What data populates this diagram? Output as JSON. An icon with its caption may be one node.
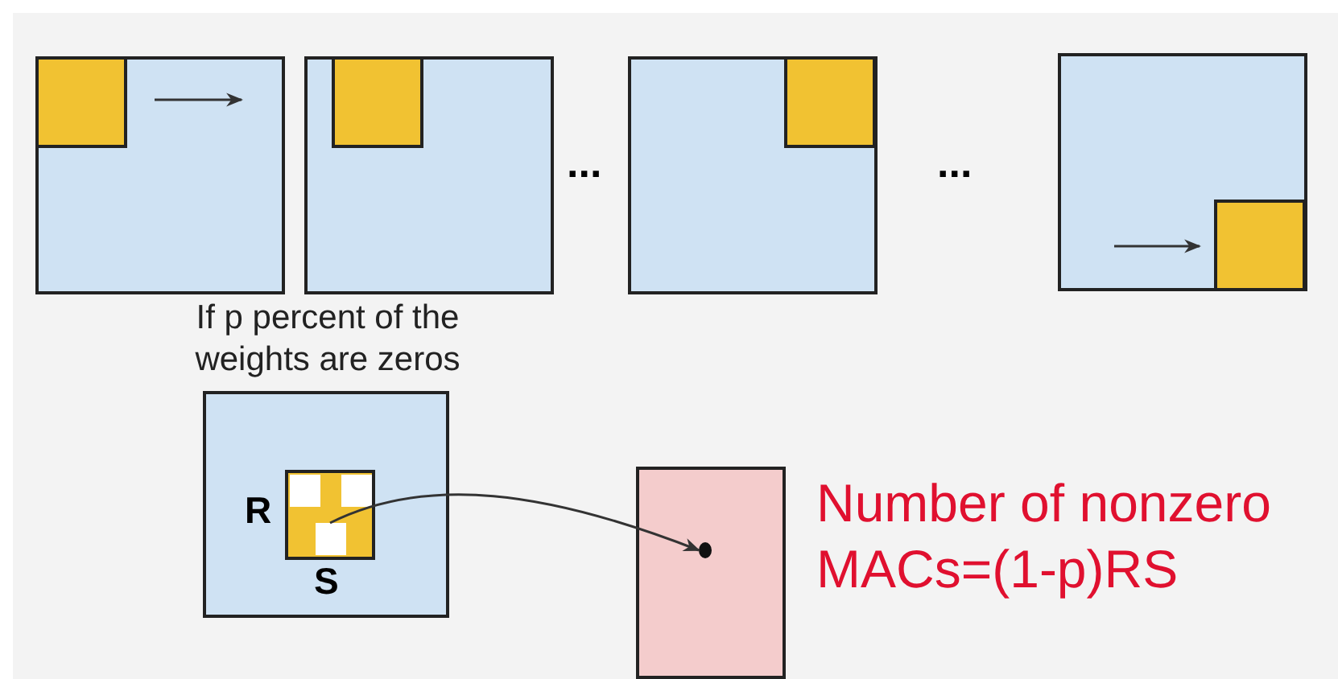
{
  "diagram": {
    "nodes": [
      {
        "text": [],
        "shape": "box"
      },
      {
        "text": [],
        "shape": "box",
        "in": 0,
        "beside": [
          "R",
          "S"
        ]
      },
      {
        "text": [],
        "shape": "box"
      },
      {
        "text": [],
        "shape": "circle",
        "in": 2
      }
    ],
    "edges": [
      {
        "from": 1,
        "to": 3,
        "arrow": "to"
      }
    ],
    "labels": [
      "...",
      "...",
      "If p percent of the weights are zeros",
      "Number of nonzero MACs=(1-p)RS"
    ]
  }
}
